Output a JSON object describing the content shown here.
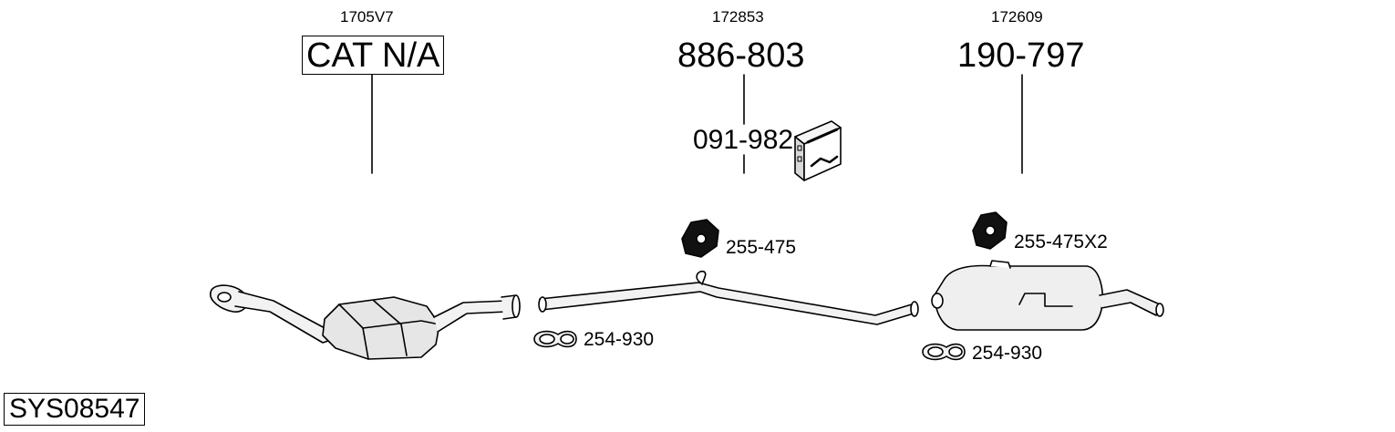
{
  "system_code": "SYS08547",
  "parts": [
    {
      "oe_ref": "1705V7",
      "part_no": "CAT N/A",
      "boxed": true
    },
    {
      "oe_ref": "172853",
      "part_no": "886-803"
    },
    {
      "oe_ref": "172609",
      "part_no": "190-797"
    }
  ],
  "accessories": {
    "mounting_kit": "091-982",
    "rubber_mount_middle": "255-475",
    "rubber_mount_rear": "255-475X2",
    "clamp_front": "254-930",
    "clamp_rear": "254-930"
  },
  "colors": {
    "line": "#000000",
    "fill_light": "#f2f2f2",
    "fill_mid": "#d9d9d9",
    "fill_dark": "#bdbdbd"
  },
  "icons": {
    "kit_box": "mounting-kit-box-icon",
    "rubber": "rubber-hanger-icon",
    "clamp": "exhaust-clamp-icon"
  }
}
